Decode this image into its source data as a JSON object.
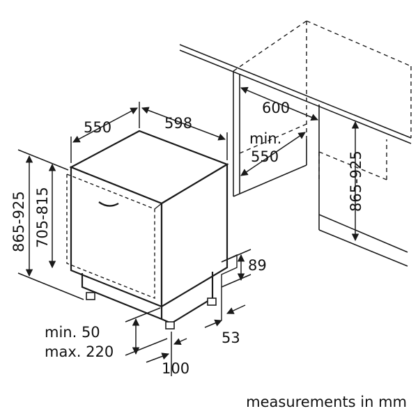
{
  "colors": {
    "line": "#1a1a1a",
    "background": "#ffffff"
  },
  "labels": {
    "depth_top": "550",
    "width_top": "598",
    "niche_width": "600",
    "niche_depth_min": "min.",
    "niche_depth_value": "550",
    "niche_height": "865-925",
    "total_height": "865-925",
    "door_height": "705-815",
    "plinth_height": "89",
    "plinth_offset": "53",
    "foot_min": "min. 50",
    "foot_max": "max. 220",
    "foot_setback": "100"
  },
  "caption": "measurements in mm"
}
